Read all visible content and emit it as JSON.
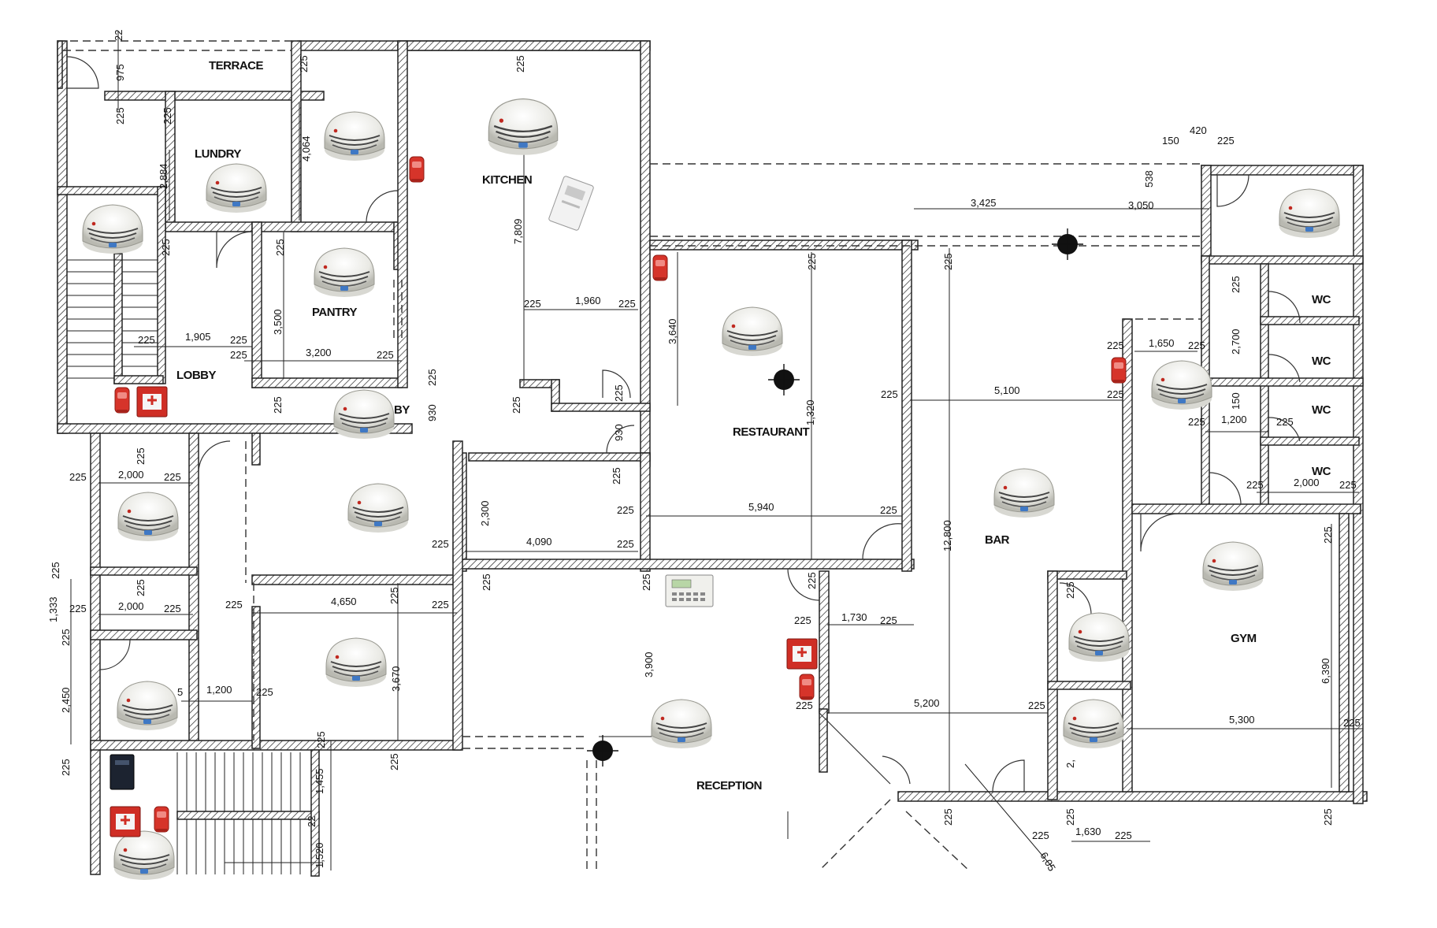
{
  "rooms": {
    "terrace": "TERRACE",
    "lundry": "LUNDRY",
    "kitchen": "KITCHEN",
    "pantry": "PANTRY",
    "lobby": "LOBBY",
    "by": "BY",
    "restaurant": "RESTAURANT",
    "bar": "BAR",
    "gym": "GYM",
    "reception": "RECEPTION",
    "wc1": "WC",
    "wc2": "WC",
    "wc3": "WC",
    "wc4": "WC"
  },
  "dims": {
    "d975": "975",
    "d225a": "225",
    "d225b": "225",
    "d2884": "2,884",
    "d4064": "4,064",
    "d225c": "225",
    "d225d": "225",
    "d225e": "225",
    "d7809": "7,809",
    "d3500": "3,500",
    "d225f": "225",
    "d1905": "1,905",
    "d225g": "225",
    "d225h": "225",
    "d3200": "3,200",
    "d225i": "225",
    "d225j": "225",
    "d1960": "1,960",
    "d225k": "225",
    "d3640": "3,640",
    "d225l": "225",
    "d225m": "225",
    "d225n": "225",
    "d930a": "930",
    "d225o": "225",
    "d225p": "225",
    "d930b": "930",
    "d150": "150",
    "d420": "420",
    "d225q": "225",
    "d538": "538",
    "d3425": "3,425",
    "d3050": "3,050",
    "d225r": "225",
    "d225s": "225",
    "d225t": "225",
    "d1650": "1,650",
    "d225u": "225",
    "d2700": "2,700",
    "d225v": "225",
    "d5100": "5,100",
    "d225w": "225",
    "d150b": "150",
    "d225x": "225",
    "d1200a": "1,200",
    "d225y": "225",
    "d225z": "225",
    "d2000a": "2,000",
    "d225aa": "225",
    "d1320": "1,320",
    "d225ab": "225",
    "d2000b": "2,000",
    "d225ac": "225",
    "d2300": "2,300",
    "d225ad": "225",
    "d5940": "5,940",
    "d225ae": "225",
    "d225af": "225",
    "d4090": "4,090",
    "d225ag": "225",
    "d225ah": "225",
    "d12800": "12,800",
    "d225ai": "225",
    "d225aj": "225",
    "d1333": "1,333",
    "d225ak": "225",
    "d2000c": "2,000",
    "d225al": "225",
    "d225am": "225",
    "d225an": "225",
    "d4650": "4,650",
    "d225ao": "225",
    "d225ap": "225",
    "d225aq": "225",
    "d3900": "3,900",
    "d225ar": "225",
    "d1730": "1,730",
    "d225as": "225",
    "d225at": "225",
    "d225au": "225",
    "d2450": "2,450",
    "d5": "5",
    "d1200b": "1,200",
    "d225av": "225",
    "d3670": "3,670",
    "d225aw": "225",
    "d5200": "5,200",
    "d225ax": "225",
    "d5300": "5,300",
    "d225ay": "225",
    "d6390": "6,390",
    "d225az": "225",
    "d1455": "1,455",
    "d225ba": "225",
    "d2": "2,",
    "d225bb": "225",
    "d225bc": "225",
    "d1630": "1,630",
    "d225bd": "225",
    "d225be": "225",
    "d225bf": "225",
    "d1520": "1,520",
    "d6050": "6,05",
    "d22": "22",
    "d225bg": "225"
  }
}
